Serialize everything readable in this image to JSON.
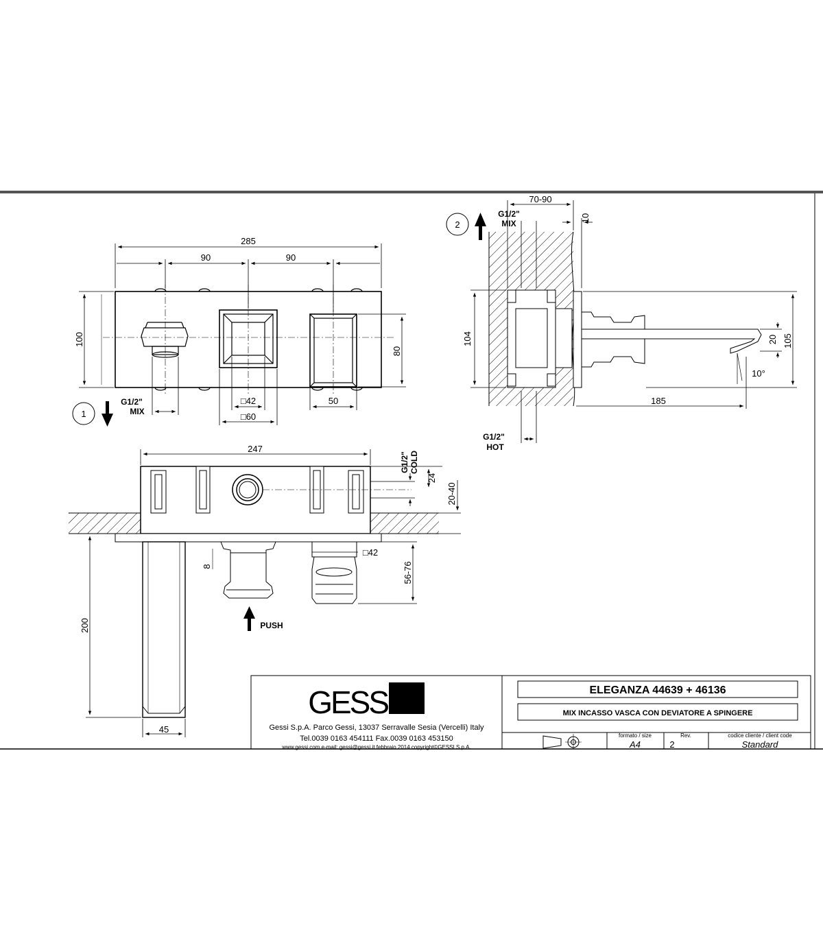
{
  "views": {
    "front": {
      "width_285": "285",
      "spacing_a": "90",
      "spacing_b": "90",
      "height_100": "100",
      "height_80": "80",
      "sq42": "□42",
      "sq60": "□60",
      "w50": "50",
      "inlet_line1": "G1/2\"",
      "inlet_line2": "MIX",
      "marker": "1"
    },
    "side": {
      "depth_7090": "70-90",
      "plate_10": "10",
      "height_104": "104",
      "height_105": "105",
      "drop_20": "20",
      "reach_185": "185",
      "angle_10": "10°",
      "mix_line1": "G1/2\"",
      "mix_line2": "MIX",
      "hot_line1": "G1/2\"",
      "hot_line2": "HOT",
      "marker": "2"
    },
    "top": {
      "width_247": "247",
      "cold_line1": "G1/2\"",
      "cold_line2": "COLD",
      "d24": "24",
      "d2040": "20-40",
      "d8": "8",
      "sq42": "□42",
      "d5676": "56-76",
      "d200": "200",
      "d45": "45",
      "push_label": "PUSH"
    }
  },
  "title_block": {
    "brand": "GESSI",
    "company": "Gessi S.p.A. Parco Gessi, 13037 Serravalle Sesia (Vercelli) Italy",
    "phone": "Tel.0039  0163  454111  Fax.0039  0163  453150",
    "web": "www.gessi.com  e-mail: gessi@gessi.it   febbraio  2014   copyright©GESSI  S.p.A.",
    "product": "ELEGANZA  44639 + 46136",
    "description": "MIX INCASSO VASCA CON DEVIATORE A SPINGERE",
    "format_label": "formato / size",
    "format_value": "A4",
    "rev_label": "Rev.",
    "rev_value": "2",
    "client_label": "codice cliente / client code",
    "client_value": "Standard"
  }
}
